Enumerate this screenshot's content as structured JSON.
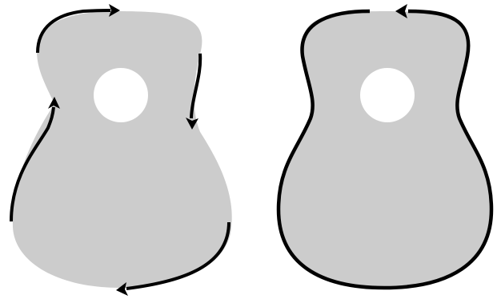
{
  "figure": {
    "fill_color": "#cccccc",
    "stroke_color": "#000000",
    "panels": [
      {
        "id": "left",
        "outline": "partial-arcs",
        "arrow_count": 4,
        "directions": [
          "clockwise",
          "clockwise",
          "clockwise",
          "clockwise"
        ]
      },
      {
        "id": "right",
        "outline": "complete-with-gap",
        "arrow_count": 1,
        "directions": [
          "counterclockwise"
        ]
      }
    ]
  }
}
